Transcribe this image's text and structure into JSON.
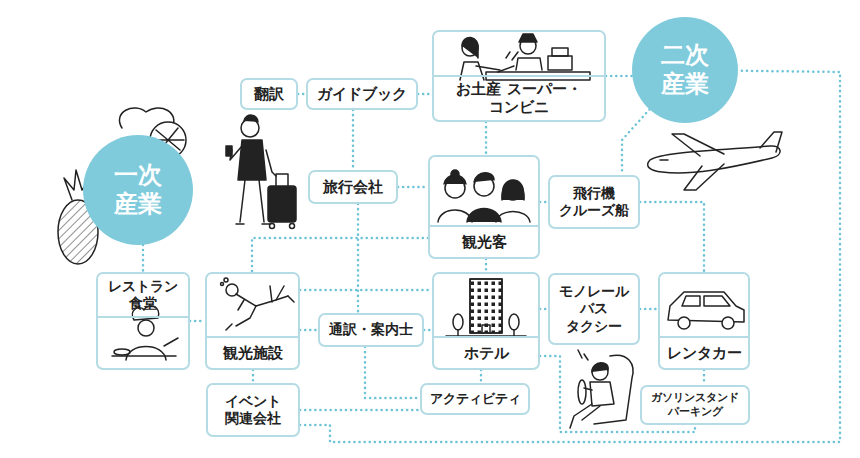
{
  "diagram": {
    "nodes": [
      {
        "text": [
          "一次 産業"
        ]
      },
      {
        "text": [
          "二次 産業"
        ]
      },
      {
        "text": [
          "翻訳"
        ]
      },
      {
        "text": [
          "ガイドブック"
        ]
      },
      {
        "text": [
          "お土産 スーパー・コンビニ"
        ]
      },
      {
        "text": [
          "旅行会社"
        ]
      },
      {
        "text": [
          "観光客"
        ]
      },
      {
        "text": [
          "飛行機 クルーズ船"
        ]
      },
      {
        "text": [
          "レストラン 食堂"
        ]
      },
      {
        "text": [
          "観光施設"
        ]
      },
      {
        "text": [
          "通訳・案内士"
        ]
      },
      {
        "text": [
          "ホテル"
        ]
      },
      {
        "text": [
          "モノレール バス タクシー"
        ]
      },
      {
        "text": [
          "レンタカー"
        ]
      },
      {
        "text": [
          "イベント 関連会社"
        ]
      },
      {
        "text": [
          "アクティビティ"
        ]
      },
      {
        "text": [
          "ガソリンスタンド パーキング"
        ]
      }
    ],
    "edges": [
      {
        "from": 2,
        "to": 3,
        "arrow": "none"
      },
      {
        "from": 3,
        "to": 4,
        "arrow": "none"
      },
      {
        "from": 4,
        "to": 1,
        "arrow": "none"
      },
      {
        "from": 4,
        "to": 6,
        "arrow": "none"
      },
      {
        "from": 3,
        "to": 5,
        "arrow": "none"
      },
      {
        "from": 5,
        "to": 6,
        "arrow": "none"
      },
      {
        "from": 6,
        "to": 7,
        "arrow": "none"
      },
      {
        "from": 6,
        "to": 9,
        "arrow": "none"
      },
      {
        "from": 6,
        "to": 11,
        "arrow": "none"
      },
      {
        "from": 5,
        "to": 10,
        "arrow": "none"
      },
      {
        "from": 9,
        "to": 10,
        "arrow": "none"
      },
      {
        "from": 10,
        "to": 11,
        "arrow": "none"
      },
      {
        "from": 9,
        "to": 11,
        "arrow": "none"
      },
      {
        "from": 11,
        "to": 12,
        "arrow": "none"
      },
      {
        "from": 12,
        "to": 13,
        "arrow": "none"
      },
      {
        "from": 7,
        "to": 13,
        "arrow": "none"
      },
      {
        "from": 1,
        "to": 7,
        "arrow": "none"
      },
      {
        "from": 8,
        "to": 9,
        "arrow": "none"
      },
      {
        "from": 0,
        "to": 8,
        "arrow": "none"
      },
      {
        "from": 9,
        "to": 14,
        "arrow": "none"
      },
      {
        "from": 11,
        "to": 15,
        "arrow": "none"
      },
      {
        "from": 10,
        "to": 15,
        "arrow": "none"
      },
      {
        "from": 14,
        "to": 15,
        "arrow": "none"
      },
      {
        "from": 13,
        "to": 16,
        "arrow": "none"
      },
      {
        "from": 14,
        "to": 1,
        "arrow": "none"
      },
      {
        "from": 11,
        "to": 16,
        "arrow": "none"
      }
    ]
  }
}
